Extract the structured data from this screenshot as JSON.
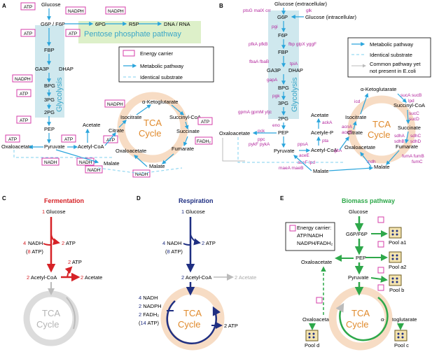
{
  "colors": {
    "pathway_blue": "#2aa5dc",
    "glycolysis_band": "#cfe8ee",
    "ppp_band": "#ddf0c9",
    "tca_ring": "#f7dcc4",
    "gene_magenta": "#b2259c",
    "energy_box": "#d63ca8",
    "fermentation": "#d62227",
    "respiration": "#1f2f82",
    "biomass": "#2ea84a",
    "tca_text": "#e08a2c",
    "gray": "#aaaaaa"
  },
  "A": {
    "panel": "A",
    "glucose": "Glucose",
    "g6p": "G6P / F6P",
    "pg6": "6PG",
    "r5p": "R5P",
    "dna": "DNA / RNA",
    "ppp": "Pentose phosphate pathway",
    "fbp": "FBP",
    "ga3p": "GA3P",
    "dhap": "DHAP",
    "bpg": "BPG",
    "pg3": "3PG",
    "pg2": "2PG",
    "pep": "PEP",
    "glycolysis": "Glycolysis",
    "pyruvate": "Pyruvate",
    "oxaloacetate": "Oxaloacetate",
    "acetate": "Acetate",
    "acetylcoa": "Acetyl-CoA",
    "citrate": "Citrate",
    "isocitrate": "Isocitrate",
    "akg": "α-Ketoglutarate",
    "succoa": "Succinyl-CoA",
    "succinate": "Succinate",
    "fumarate": "Fumarate",
    "malate": "Malate",
    "oxa2": "Oxaloacetate",
    "tca1": "TCA",
    "tca2": "Cycle",
    "atp": "ATP",
    "nadph": "NADPH",
    "nadh": "NADH",
    "fadh2": "FADH₂",
    "legend": {
      "energy": "Energy carrier",
      "metabolic": "Metabolic pathway",
      "identical": "Identical substrate"
    }
  },
  "B": {
    "panel": "B",
    "glc_ext": "Glucose (extracellular)",
    "glc_int": "Glucose (intracellular)",
    "g6p": "G6P",
    "f6p": "F6P",
    "fbp": "FBP",
    "ga3p": "GA3P",
    "dhap": "DHAP",
    "bpg": "BPG",
    "pg3": "3PG",
    "pg2": "2PG",
    "pep": "PEP",
    "glycolysis": "Glycolysis",
    "pyruvate": "Pyruvate",
    "oxaloacetate": "Oxaloacetate",
    "acetate": "Acetate",
    "acetylp": "Acetyle-P",
    "acetylcoa": "Acetyl-CoA",
    "citrate": "Citrate",
    "isocitrate": "Isocitrate",
    "akg": "α-Ketoglutarate",
    "succoa": "Succinyl-CoA",
    "succinate": "Succinate",
    "fumarate": "Fumarate",
    "malate": "Malate",
    "oxa2": "Oxaloacetate",
    "tca1": "TCA",
    "tca2": "Cycle",
    "genes": {
      "ptsg": "ptsG malX crr",
      "glk": "glk",
      "pgi": "pgi",
      "pfk": "pfkA pfkB",
      "fbp": "fbp glpX yggF",
      "fba": "fbaA fbaB",
      "tpia": "tpiA",
      "gapa": "gapA",
      "pgk": "pgk",
      "gpm": "gpmA gpmM ytjc",
      "eno": "eno",
      "pck": "pck",
      "ppc": "ppc",
      "pyk": "pykF pykA",
      "ppsa": "ppsA",
      "acka": "ackA",
      "pta": "pta",
      "acea": "aceE",
      "acef": "aceF lpd",
      "glta": "gltA",
      "acn": "acnA",
      "acnb": "acnB",
      "icd": "icd",
      "suc": "sucA sucB",
      "lpd": "lpd",
      "succ": "sucC",
      "sucd": "sucD",
      "sdha": "sdhA",
      "sdhb": "sdhB",
      "sdhc": "sdhC",
      "sdhd": "sdhD",
      "fum": "fumA fumB",
      "fumc": "fumC",
      "mdh": "mdh",
      "mae": "maeA maeB"
    },
    "legend": {
      "metabolic": "Metabolic pathway",
      "identical": "Identical substrate",
      "notpresent1": "Common pathway yet",
      "notpresent2": "not present in E.coli"
    }
  },
  "C": {
    "panel": "C",
    "title": "Fermentation",
    "glucose": "Glucose",
    "n1": "1",
    "nadh4": "4",
    "nadh": "NADH",
    "atp8": "(8 ATP)",
    "n8": "8",
    "atp2a": "2",
    "atp": "ATP",
    "atp2b": "2",
    "acetylcoa": "Acetyl-CoA",
    "n2a": "2",
    "acetate": "Acetate",
    "n2b": "2",
    "tca1": "TCA",
    "tca2": "Cycle"
  },
  "D": {
    "panel": "D",
    "title": "Respiration",
    "glucose": "Glucose",
    "n1": "1",
    "nadh4": "4",
    "nadh": "NADH",
    "atp8": "(8 ATP)",
    "atp2": "2",
    "atp": "ATP",
    "acetylcoa": "Acetyl-CoA",
    "n2a": "2",
    "acetate": "2 Acetate",
    "c4": "4",
    "c2a": "2",
    "c2b": "2",
    "nadph": "NADPH",
    "fadh2": "FADH₂",
    "atp14": "(14 ATP)",
    "tcaatp": "2 ATP",
    "tca1": "TCA",
    "tca2": "Cycle"
  },
  "E": {
    "panel": "E",
    "title": "Biomass pathway",
    "glucose": "Glucose",
    "g6p": "G6P/F6P",
    "pep": "PEP",
    "oxaloacetate": "Oxaloacetate",
    "pyruvate": "Pyruvate",
    "oxa2": "Oxaloacetate",
    "akg": "α-Ketoglutarate",
    "tca1": "TCA",
    "tca2": "Cycle",
    "pools": {
      "a1": "Pool a1",
      "a2": "Pool a2",
      "b": "Pool b",
      "c": "Pool c",
      "d": "Pool d"
    },
    "legend": {
      "l1": "Energy carrier:",
      "l2": "ATP/NADH",
      "l3": "NADPH/FADH₂"
    }
  }
}
